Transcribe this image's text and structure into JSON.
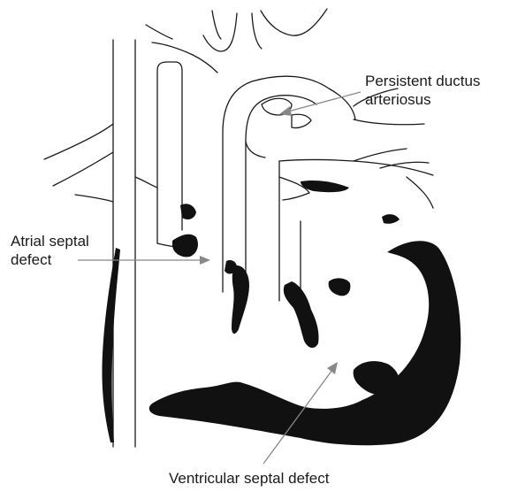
{
  "labels": {
    "pda": [
      "Persistent ductus",
      "arteriosus"
    ],
    "asd": [
      "Atrial septal",
      "defect"
    ],
    "vsd": [
      "Ventricular septal defect"
    ]
  },
  "colors": {
    "line": "#1a1a1a",
    "muscle": "#111111",
    "pointer": "#888888",
    "background": "#ffffff"
  }
}
